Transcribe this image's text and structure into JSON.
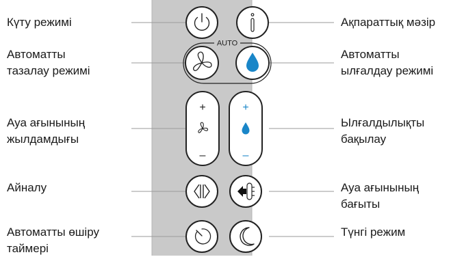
{
  "remote": {
    "auto_label": "AUTO",
    "fan_plus": "+",
    "fan_minus": "–",
    "humid_plus": "+",
    "humid_minus": "–"
  },
  "labels": {
    "standby": [
      "Күту режимі"
    ],
    "info_menu": [
      "Ақпараттық мәзір"
    ],
    "auto_purify": [
      "Автоматты",
      "тазалау режимі"
    ],
    "auto_humidify": [
      "Автоматты",
      "ылғалдау режимі"
    ],
    "airflow_speed": [
      "Ауа ағынының",
      "жылдамдығы"
    ],
    "humidity_control": [
      "Ылғалдылықты",
      "бақылау"
    ],
    "oscillation": [
      "Айналу"
    ],
    "airflow_direction": [
      "Ауа ағынының",
      "бағыты"
    ],
    "sleep_timer": [
      "Автоматты өшіру",
      "таймері"
    ],
    "night_mode": [
      "Түнгі режим"
    ]
  },
  "colors": {
    "panel": "#c9c9c9",
    "button_fill": "#ffffff",
    "outline": "#222222",
    "leader": "#9a9a9a",
    "water_blue": "#1a86c8",
    "label_text": "#1a1a1a"
  }
}
